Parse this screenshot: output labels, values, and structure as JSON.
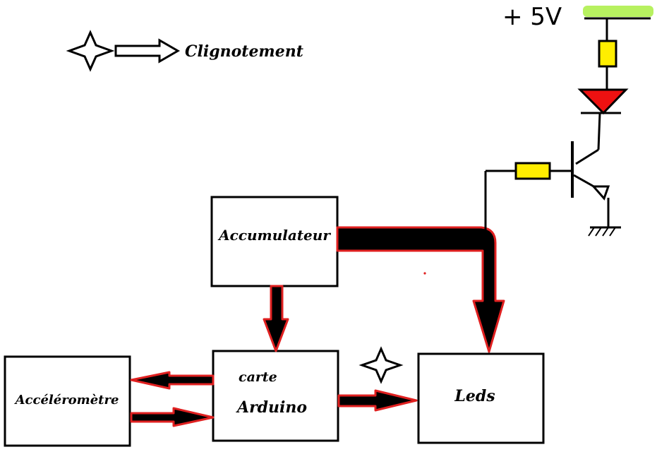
{
  "legend": {
    "label": "Clignotement"
  },
  "blocks": {
    "accumulateur": "Accumulateur",
    "accelerometre": "Accéléromètre",
    "arduino_line1": "carte",
    "arduino_line2": "Arduino",
    "leds": "Leds"
  },
  "circuit": {
    "supply_label": "+ 5V"
  },
  "colors": {
    "arrow_fill": "#000000",
    "arrow_outline": "#e02020",
    "resistor": "#ffee00",
    "led": "#ee1111",
    "highlight": "#aaee44"
  }
}
